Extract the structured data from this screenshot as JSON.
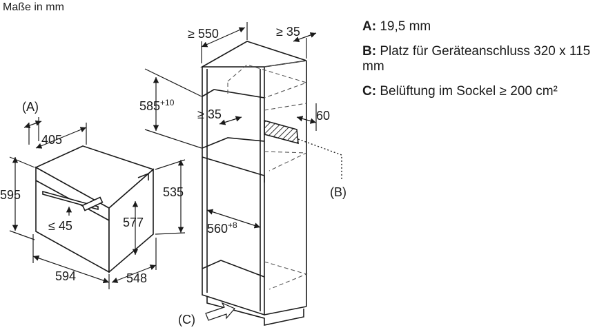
{
  "title": "Maße in mm",
  "legend": [
    {
      "key": "A:",
      "text": "19,5 mm"
    },
    {
      "key": "B:",
      "text": "Platz für Geräteanschluss 320 x 115 mm"
    },
    {
      "key": "C:",
      "text": "Belüftung im Sockel ≥ 200 cm²"
    }
  ],
  "oven": {
    "label_a": "(A)",
    "depth_a": "405",
    "height_total": "595",
    "height_back": "535",
    "height_inner": "577",
    "gap": "≤ 45",
    "width": "594",
    "depth": "548"
  },
  "cabinet": {
    "width_top": "≥ 550",
    "depth_top": "≥ 35",
    "height_niche_base": "585",
    "height_niche_sup": "+10",
    "rear_gap": "≥ 35",
    "back_depth": "60",
    "niche_width_base": "560",
    "niche_width_sup": "+8",
    "label_b": "(B)",
    "label_c": "(C)"
  },
  "colors": {
    "line": "#1a1a1a",
    "dashed": "#555555",
    "hatch": "#333333"
  }
}
